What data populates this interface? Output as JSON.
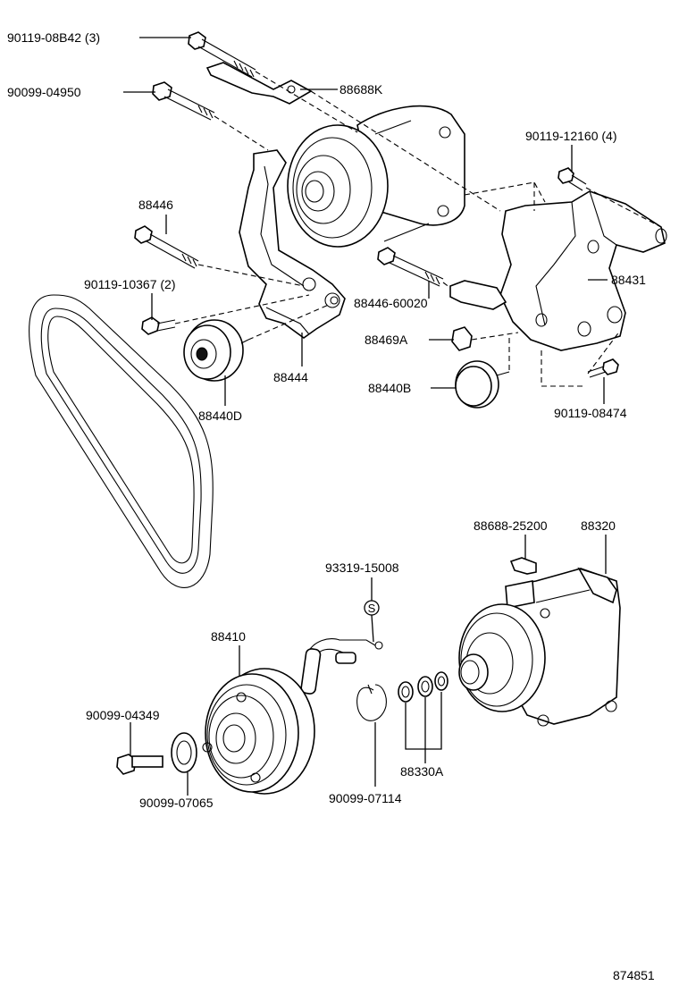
{
  "diagram_id": "874851",
  "labels": {
    "bolt_top_1": "90119-08B42 (3)",
    "bolt_top_2": "90099-04950",
    "bracket_small": "88688K",
    "bolt_right_1": "90119-12160 (4)",
    "bolt_88446": "88446",
    "bracket_88431": "88431",
    "bolt_right_2": "88446-60020",
    "bolt_left_small": "90119-10367 (2)",
    "spacer": "88469A",
    "bracket_88444": "88444",
    "idler_b": "88440B",
    "idler_d": "88440D",
    "bolt_right_3": "90119-08474",
    "clip": "88688-25200",
    "compressor": "88320",
    "sensor": "93319-15008",
    "clutch": "88410",
    "bolt_clutch": "90099-04349",
    "washer_clutch": "90099-07065",
    "snap_ring": "90099-07114",
    "shims": "88330A",
    "sensor_badge": "S"
  },
  "colors": {
    "line": "#000000",
    "background": "#ffffff"
  }
}
